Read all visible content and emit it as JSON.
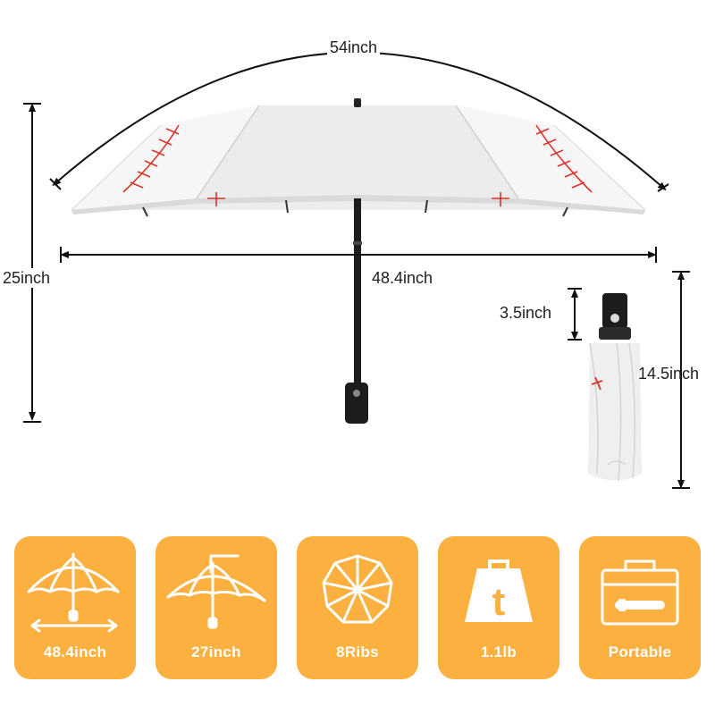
{
  "dimensions": {
    "span": "54inch",
    "open_height": "25inch",
    "open_width": "48.4inch",
    "handle_height": "3.5inch",
    "folded_length": "14.5inch"
  },
  "features": [
    {
      "icon": "open-umbrella-width-icon",
      "label": "48.4inch"
    },
    {
      "icon": "umbrella-length-icon",
      "label": "27inch"
    },
    {
      "icon": "ribs-icon",
      "label": "8Ribs"
    },
    {
      "icon": "weight-icon",
      "label": "1.1lb"
    },
    {
      "icon": "briefcase-icon",
      "label": "Portable"
    }
  ],
  "colors": {
    "card_background": "#fbb040",
    "canopy": "#f4f4f4",
    "stitch": "#d9342b",
    "handle": "#1c1c1c"
  }
}
